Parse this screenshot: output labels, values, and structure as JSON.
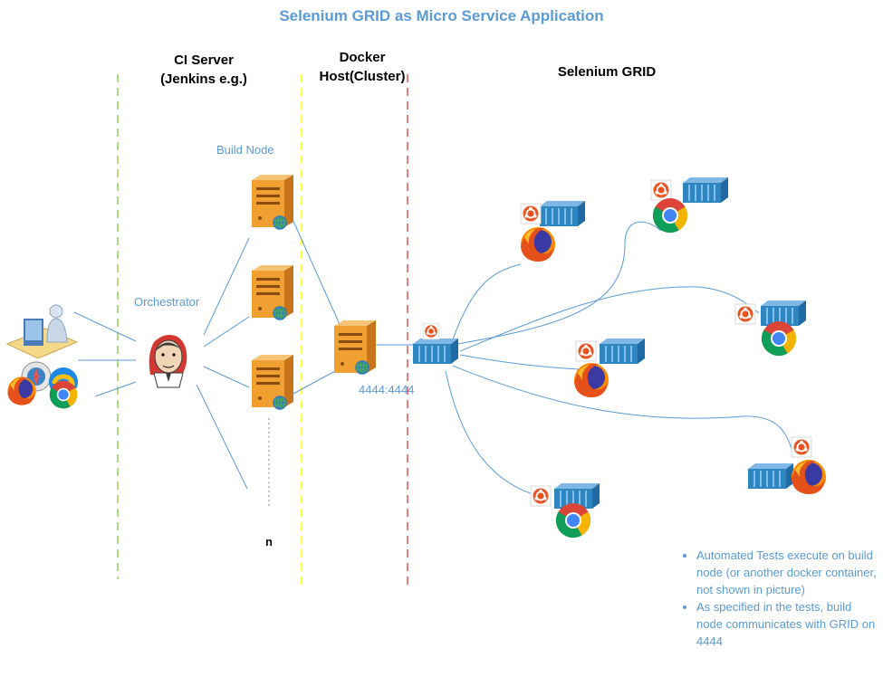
{
  "title": "Selenium GRID as Micro Service Application",
  "columns": {
    "ci_server_line1": "CI Server",
    "ci_server_line2": "(Jenkins e.g.)",
    "docker_line1": "Docker",
    "docker_line2": "Host(Cluster)",
    "selenium_grid": "Selenium GRID"
  },
  "labels": {
    "build_node": "Build Node",
    "orchestrator": "Orchestrator",
    "port": "4444:4444",
    "n": "n"
  },
  "notes": [
    "Automated Tests execute on build node (or another docker container, not shown in picture)",
    "As specified in the tests, build node communicates with GRID on 4444"
  ],
  "colors": {
    "accent": "#5b9bd5",
    "ci_divider": "#92d050",
    "docker_divider": "#ffff00",
    "grid_divider": "#e05555",
    "server": "#f0a030",
    "container": "#2e86c1"
  },
  "icons": [
    "user-computer-icon",
    "browsers-icon",
    "jenkins-icon",
    "server-icon",
    "container-icon",
    "ubuntu-icon",
    "firefox-icon",
    "chrome-icon",
    "globe-icon"
  ]
}
